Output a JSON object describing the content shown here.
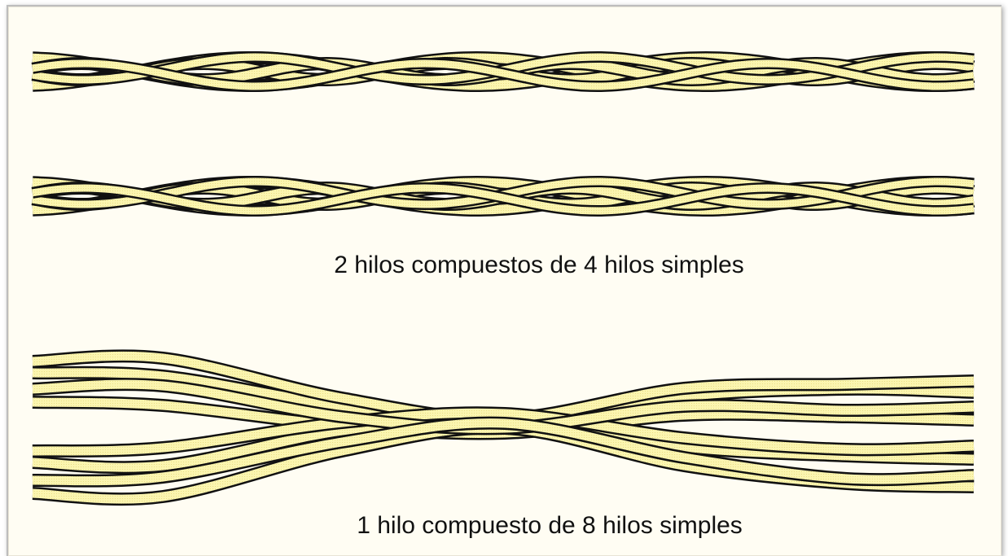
{
  "colors": {
    "background": "#fffdf3",
    "strand_fill": "#fbf5b0",
    "strand_outline": "#111111"
  },
  "figures": [
    {
      "id": "fig-a",
      "caption": ""
    },
    {
      "id": "fig-b",
      "caption": "2 hilos compuestos de 4 hilos simples"
    },
    {
      "id": "fig-c",
      "caption": "1 hilo compuesto de 8 hilos simples"
    }
  ]
}
